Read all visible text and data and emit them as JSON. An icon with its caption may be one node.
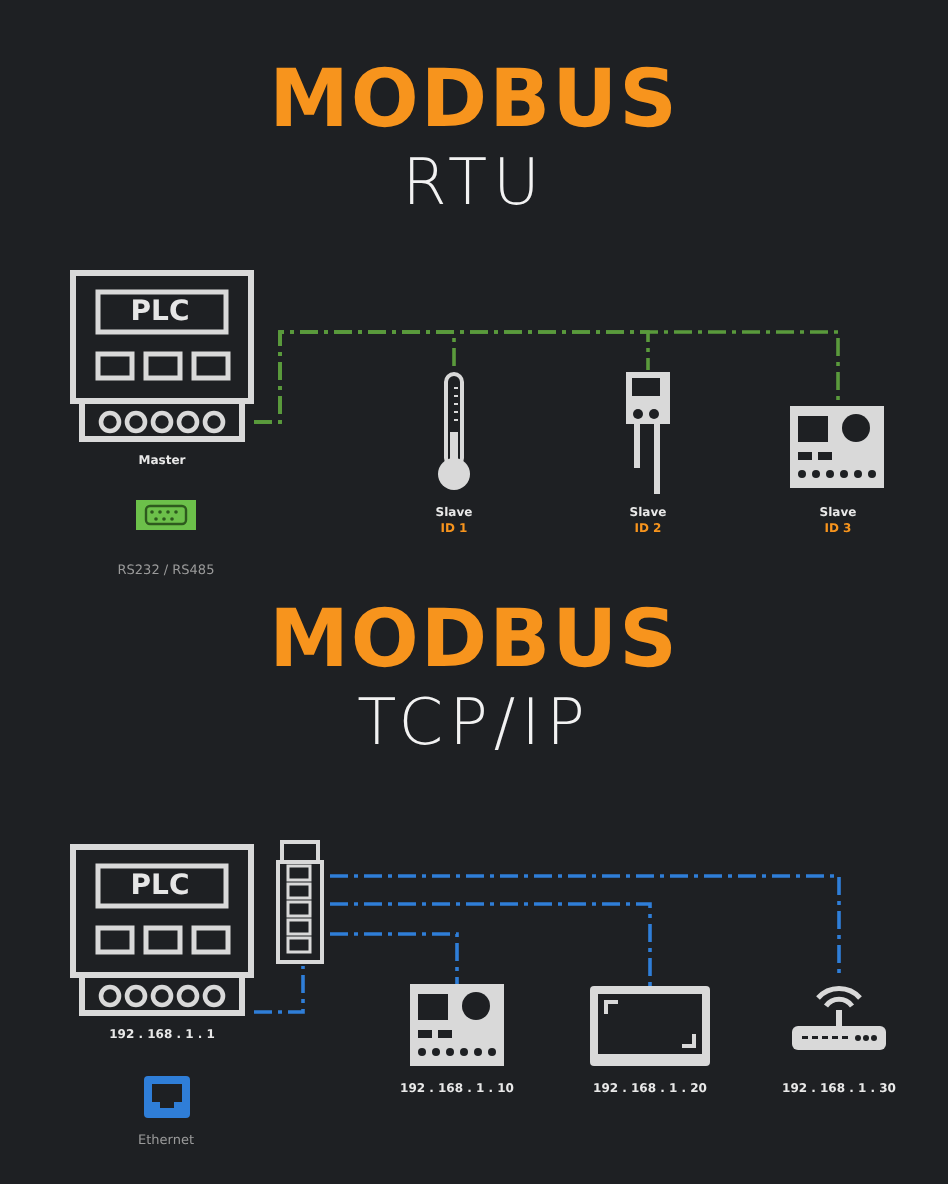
{
  "diagram": {
    "nodes": [
      {
        "text": [
          "PLC"
        ],
        "beside": [
          "Master"
        ]
      },
      {
        "text": [],
        "shape": "picture",
        "beside": [
          "Slave",
          "ID 1"
        ]
      },
      {
        "text": [],
        "shape": "picture",
        "beside": [
          "Slave",
          "ID 2"
        ]
      },
      {
        "text": [],
        "shape": "picture",
        "beside": [
          "Slave",
          "ID 3"
        ]
      },
      {
        "text": [
          "PLC"
        ],
        "beside": [
          "192 . 168 . 1 . 1"
        ]
      },
      {
        "text": [],
        "shape": "picture"
      },
      {
        "text": [],
        "shape": "picture",
        "beside": [
          "192 . 168 . 1 . 10"
        ]
      },
      {
        "text": [],
        "shape": "picture",
        "beside": [
          "192 . 168 . 1 . 20"
        ]
      },
      {
        "text": [],
        "shape": "picture",
        "beside": [
          "192 . 168 . 1 . 30"
        ]
      }
    ],
    "edges": [
      {
        "from": 0,
        "to": 1,
        "arrow": "none",
        "style": "dashed",
        "color": "#5a9a3c"
      },
      {
        "from": 0,
        "to": 2,
        "arrow": "none",
        "style": "dashed",
        "color": "#5a9a3c"
      },
      {
        "from": 0,
        "to": 3,
        "arrow": "none",
        "style": "dashed",
        "color": "#5a9a3c"
      },
      {
        "from": 4,
        "to": 5,
        "arrow": "none",
        "style": "dashed"
      },
      {
        "from": 5,
        "to": 6,
        "arrow": "none",
        "style": "dashed"
      },
      {
        "from": 5,
        "to": 7,
        "arrow": "none",
        "style": "dashed"
      },
      {
        "from": 5,
        "to": 8,
        "arrow": "none",
        "style": "dashed"
      }
    ],
    "labels": [
      "MODBUS",
      "RTU",
      "RS232 / RS485",
      "MODBUS",
      "TCP/IP",
      "Ethernet"
    ]
  }
}
